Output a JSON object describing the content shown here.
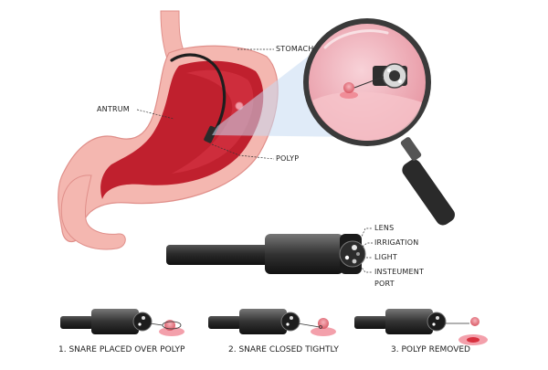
{
  "labels": {
    "stomach": "STOMACH",
    "antrum": "ANTRUM",
    "polyp": "POLYP",
    "lens": "LENS",
    "irrigation": "IRRIGATION",
    "light": "LIGHT",
    "instrument_port_line1": "INSTEUMENT",
    "instrument_port_line2": "PORT"
  },
  "steps": [
    {
      "label": "1. SNARE PLACED OVER POLYP"
    },
    {
      "label": "2. SNARE CLOSED TIGHTLY"
    },
    {
      "label": "3. POLYP REMOVED"
    }
  ],
  "colors": {
    "stomach_outer": "#f4b7b0",
    "stomach_inner": "#c0202e",
    "lens_view": "#f2b5bd",
    "scope_body": "#2e2e2e",
    "polyp": "#e9707c"
  }
}
